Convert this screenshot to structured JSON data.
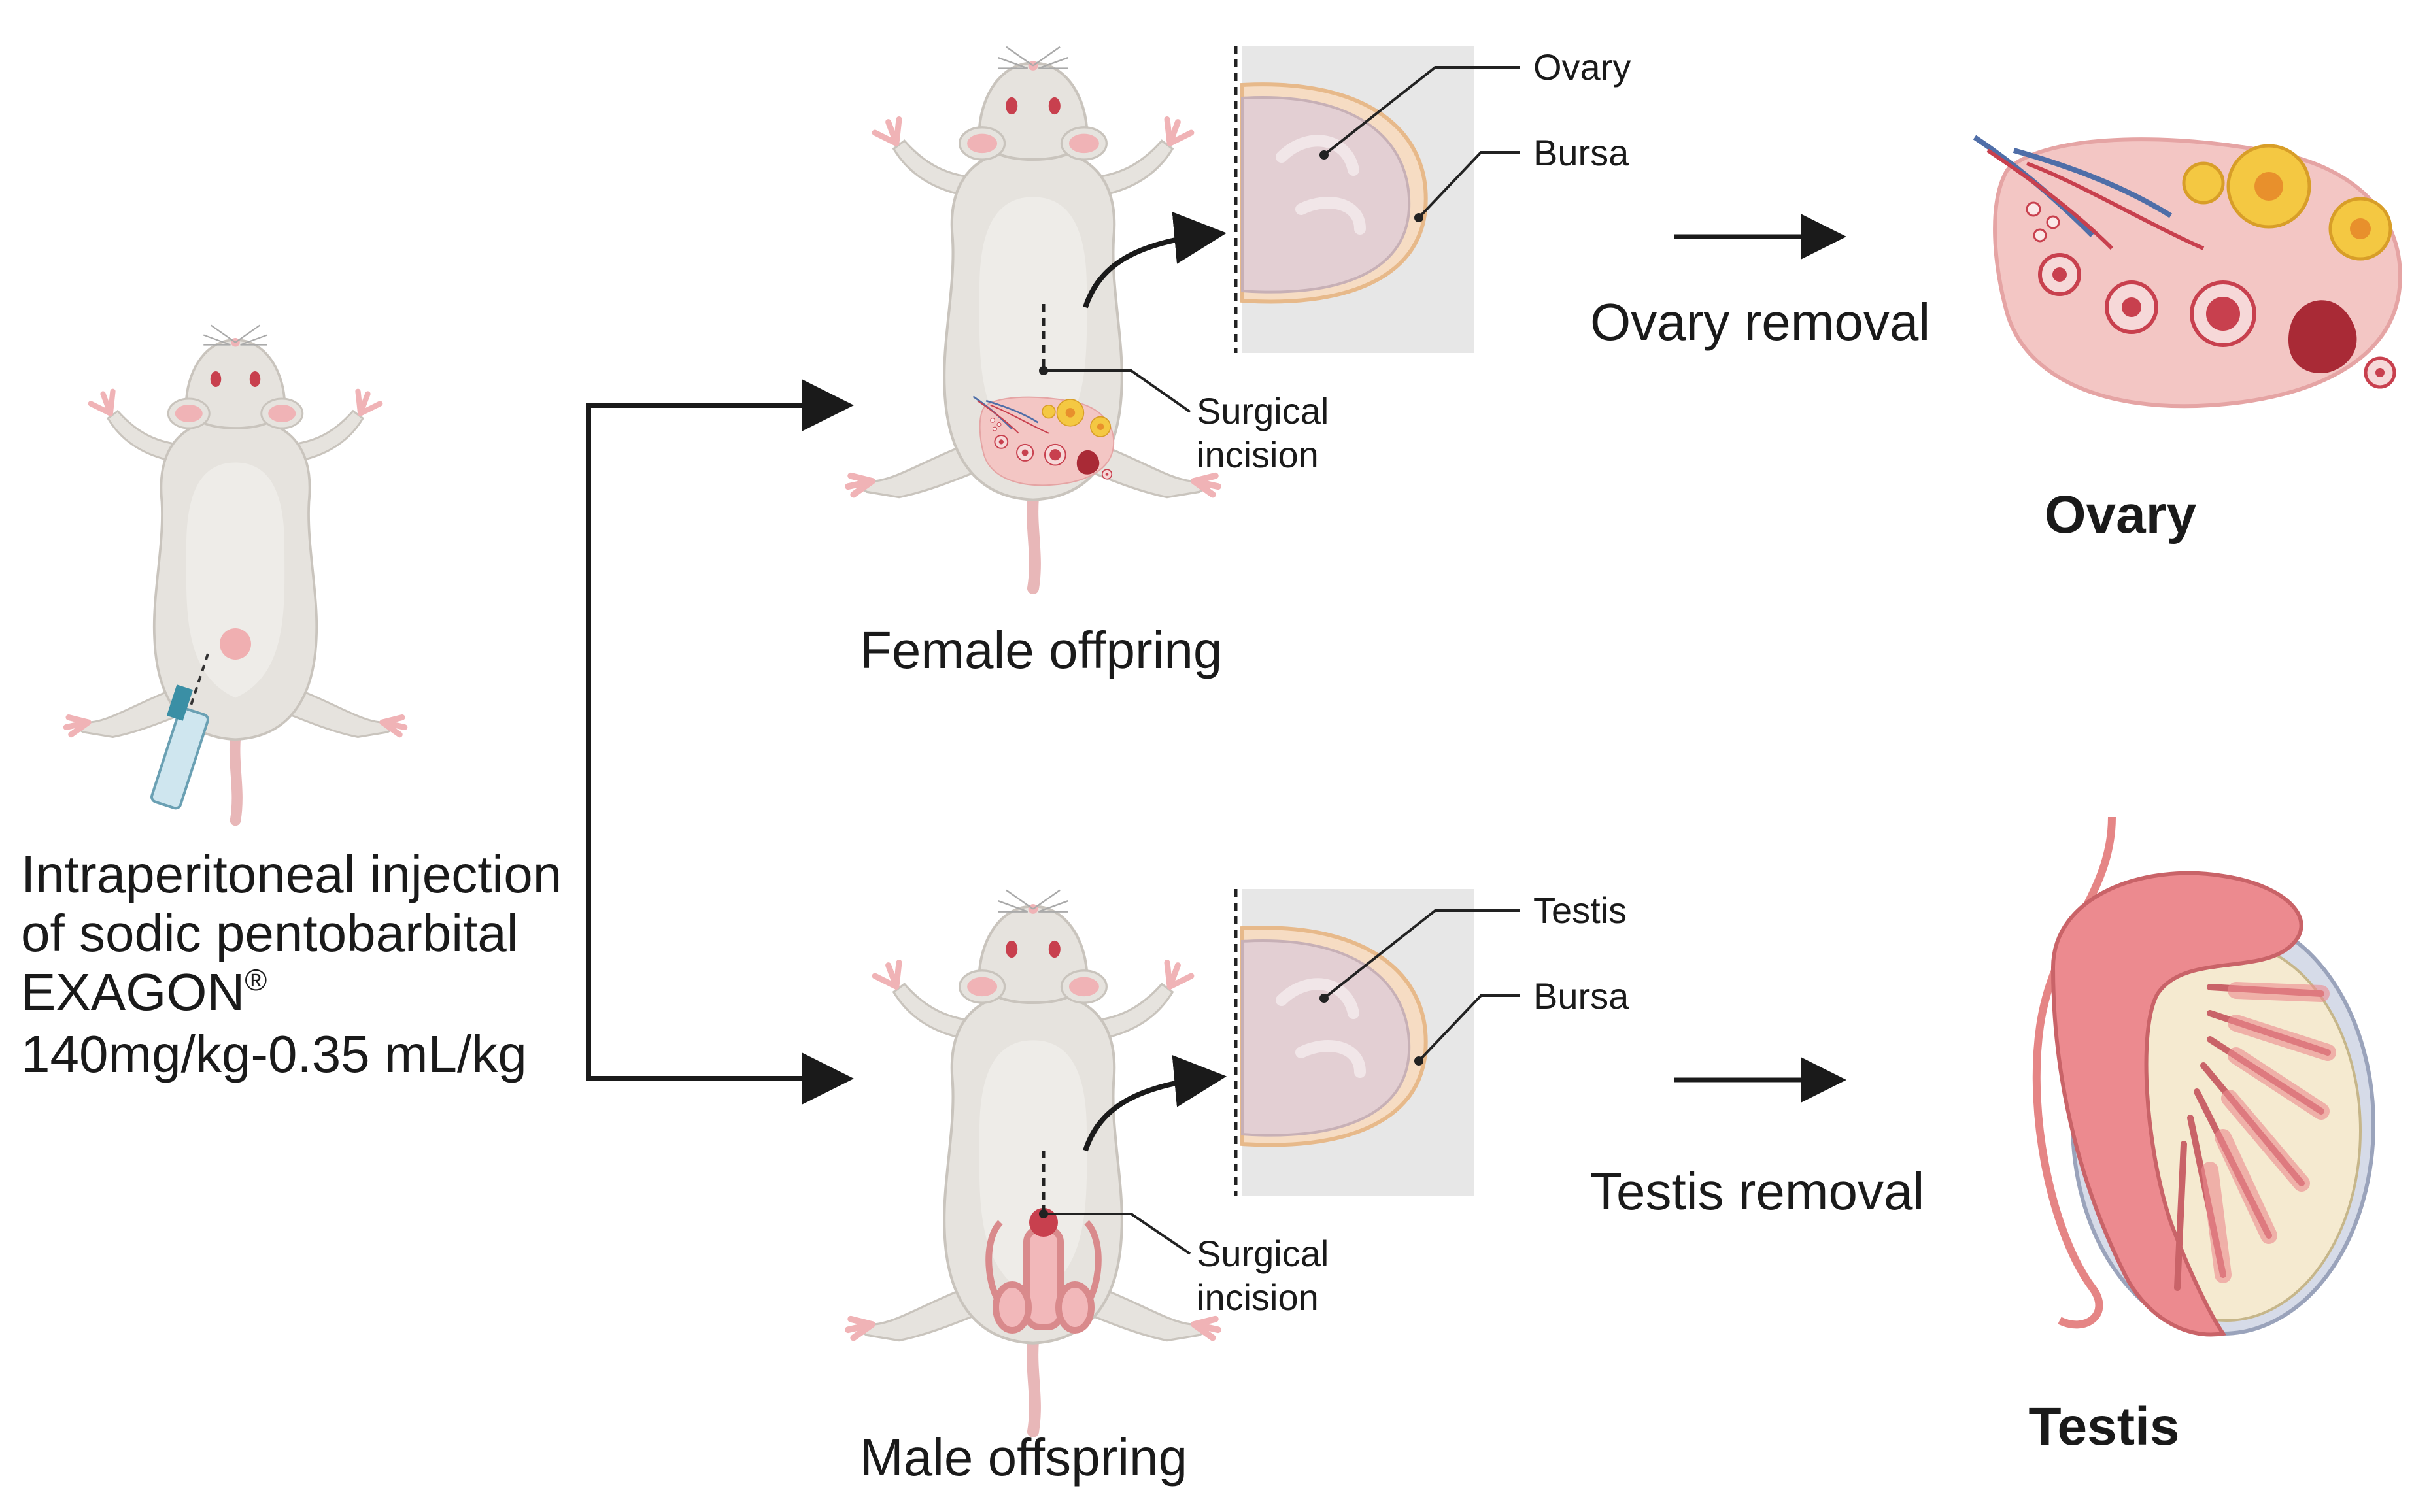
{
  "injection": {
    "line1": "Intraperitoneal injection",
    "line2": "of sodic pentobarbital",
    "line3": "EXAGON",
    "line3_sup": "®",
    "line4": "140mg/kg-0.35 mL/kg"
  },
  "female": {
    "caption": "Female offpring",
    "callout_top": "Ovary",
    "callout_bottom": "Bursa",
    "incision_line1": "Surgical",
    "incision_line2": "incision",
    "step": "Ovary removal",
    "result": "Ovary"
  },
  "male": {
    "caption": "Male offspring",
    "callout_top": "Testis",
    "callout_bottom": "Bursa",
    "incision_line1": "Surgical",
    "incision_line2": "incision",
    "step": "Testis removal",
    "result": "Testis"
  },
  "colors": {
    "mouse_body": "#e6e3de",
    "mouse_outline": "#c9c4bd",
    "pink": "#f0b3b6",
    "organ_red": "#c8404e",
    "follicle_yellow": "#f4c842",
    "tissue": "#f3c6c4",
    "inset_bg": "#e7e7e7"
  }
}
